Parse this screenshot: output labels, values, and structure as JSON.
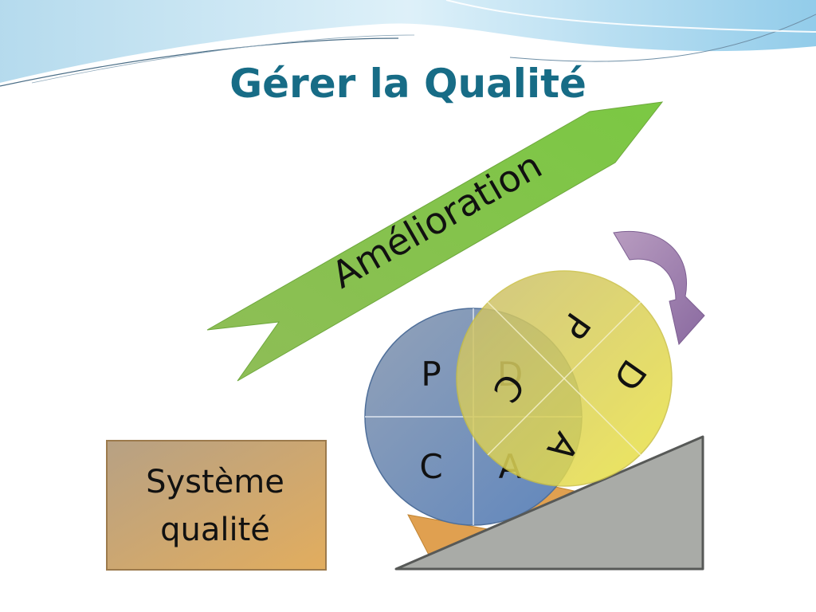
{
  "slide": {
    "title": "Gérer la Qualité"
  },
  "arrow": {
    "label": "Amélioration",
    "color": "#7cc142"
  },
  "quality_system": {
    "line1": "Système",
    "line2": "qualité",
    "color": "#c8a478"
  },
  "pdca_back_circle": {
    "color": "#6f8ec0",
    "quadrants": {
      "top_left": "P",
      "top_right": "D",
      "bottom_left": "C",
      "bottom_right": "A"
    }
  },
  "pdca_front_circle": {
    "color": "#e3dc4f",
    "quadrants": {
      "top": "P",
      "right": "D",
      "bottom": "A",
      "left": "C"
    }
  },
  "ramp": {
    "color": "#a9aba7"
  },
  "rotation_arrow": {
    "color": "#9a7aa8"
  }
}
